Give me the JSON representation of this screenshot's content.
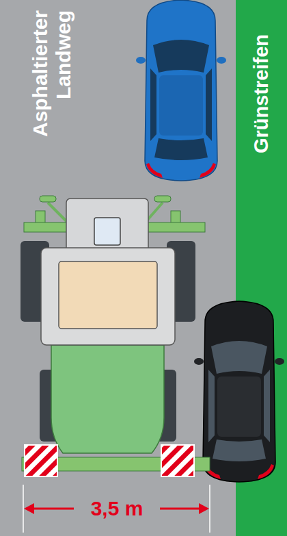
{
  "diagram": {
    "nodes": [
      {
        "text": [
          "Asphaltierter Landweg"
        ]
      },
      {
        "text": [
          "Grünstreifen"
        ]
      }
    ],
    "labels": [
      "3,5 m"
    ]
  }
}
